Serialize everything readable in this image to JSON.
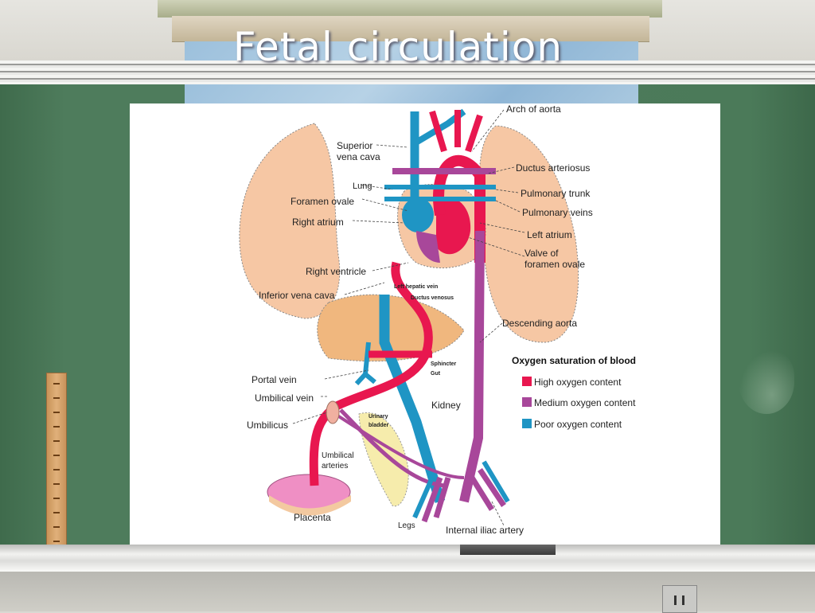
{
  "slide": {
    "title": "Fetal circulation"
  },
  "diagram": {
    "labels_left": [
      {
        "id": "superior-vena-cava",
        "text": "Superior\nvena cava",
        "lines": [
          "Superior",
          "vena cava"
        ]
      },
      {
        "id": "lung",
        "text": "Lung"
      },
      {
        "id": "foramen-ovale",
        "text": "Foramen ovale"
      },
      {
        "id": "right-atrium",
        "text": "Right atrium"
      },
      {
        "id": "right-ventricle",
        "text": "Right ventricle"
      },
      {
        "id": "inferior-vena-cava",
        "text": "Inferior vena cava"
      },
      {
        "id": "portal-vein",
        "text": "Portal vein"
      },
      {
        "id": "umbilical-vein",
        "text": "Umbilical vein"
      },
      {
        "id": "umbilicus",
        "text": "Umbilicus"
      },
      {
        "id": "placenta",
        "text": "Placenta"
      }
    ],
    "labels_right": [
      {
        "id": "arch-of-aorta",
        "text": "Arch of aorta"
      },
      {
        "id": "ductus-arteriosus",
        "text": "Ductus arteriosus"
      },
      {
        "id": "pulmonary-trunk",
        "text": "Pulmonary trunk"
      },
      {
        "id": "pulmonary-veins",
        "text": "Pulmonary veins"
      },
      {
        "id": "left-atrium",
        "text": "Left atrium"
      },
      {
        "id": "valve-of-foramen-ovale",
        "lines": [
          "Valve of",
          "foramen ovale"
        ]
      },
      {
        "id": "descending-aorta",
        "text": "Descending aorta"
      }
    ],
    "labels_center": [
      {
        "id": "left-hepatic-vein",
        "text": "Left hepatic vein"
      },
      {
        "id": "ductus-venosus",
        "text": "Ductus venosus"
      },
      {
        "id": "sphincter",
        "lines": [
          "Sphincter",
          "Gut"
        ]
      },
      {
        "id": "kidney",
        "text": "Kidney"
      },
      {
        "id": "urinary-bladder",
        "lines": [
          "Urinary",
          "bladder"
        ]
      },
      {
        "id": "umbilical-arteries",
        "lines": [
          "Umbilical",
          "arteries"
        ]
      },
      {
        "id": "legs",
        "text": "Legs"
      },
      {
        "id": "internal-iliac-artery",
        "text": "Internal iliac artery"
      }
    ],
    "legend": {
      "title": "Oxygen saturation of blood",
      "items": [
        {
          "label": "High oxygen content",
          "color": "#e8174f"
        },
        {
          "label": "Medium oxygen content",
          "color": "#a8479a"
        },
        {
          "label": "Poor oxygen content",
          "color": "#1f95c4"
        }
      ]
    }
  },
  "colors": {
    "chalkboard": "#4b7a59",
    "high_oxygen": "#e8174f",
    "medium_oxygen": "#a8479a",
    "poor_oxygen": "#1f95c4",
    "lung": "#f6c7a4",
    "liver": "#f0b77e",
    "placenta": "#ef8fc4",
    "bladder": "#f6ecac"
  }
}
